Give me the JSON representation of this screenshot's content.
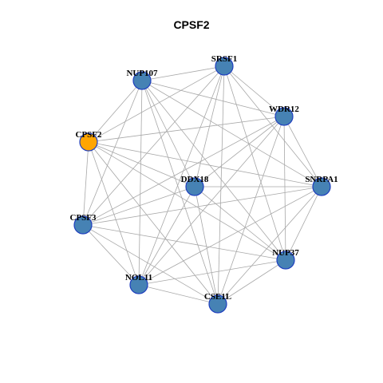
{
  "title": "CPSF2",
  "colors": {
    "node_default": "#4682b4",
    "node_highlight": "#ffa500",
    "node_border": "#1f3fbf",
    "edge": "#a8a8a8"
  },
  "nodes": [
    {
      "id": "SRSF1",
      "label": "SRSF1",
      "highlight": false
    },
    {
      "id": "NUP107",
      "label": "NUP107",
      "highlight": false
    },
    {
      "id": "WDR12",
      "label": "WDR12",
      "highlight": false
    },
    {
      "id": "CPSF2",
      "label": "CPSF2",
      "highlight": true
    },
    {
      "id": "DDX18",
      "label": "DDX18",
      "highlight": false
    },
    {
      "id": "SNRPA1",
      "label": "SNRPA1",
      "highlight": false
    },
    {
      "id": "CPSF3",
      "label": "CPSF3",
      "highlight": false
    },
    {
      "id": "NUP37",
      "label": "NUP37",
      "highlight": false
    },
    {
      "id": "NOL11",
      "label": "NOL11",
      "highlight": false
    },
    {
      "id": "CSE1L",
      "label": "CSE1L",
      "highlight": false
    }
  ],
  "edges": [
    [
      "SRSF1",
      "NUP107"
    ],
    [
      "SRSF1",
      "WDR12"
    ],
    [
      "SRSF1",
      "SNRPA1"
    ],
    [
      "SRSF1",
      "DDX18"
    ],
    [
      "SRSF1",
      "CPSF3"
    ],
    [
      "SRSF1",
      "NOL11"
    ],
    [
      "SRSF1",
      "CSE1L"
    ],
    [
      "SRSF1",
      "NUP37"
    ],
    [
      "SRSF1",
      "CPSF2"
    ],
    [
      "NUP107",
      "WDR12"
    ],
    [
      "NUP107",
      "CPSF2"
    ],
    [
      "NUP107",
      "DDX18"
    ],
    [
      "NUP107",
      "SNRPA1"
    ],
    [
      "NUP107",
      "CPSF3"
    ],
    [
      "NUP107",
      "NOL11"
    ],
    [
      "NUP107",
      "CSE1L"
    ],
    [
      "NUP107",
      "NUP37"
    ],
    [
      "WDR12",
      "CPSF2"
    ],
    [
      "WDR12",
      "DDX18"
    ],
    [
      "WDR12",
      "SNRPA1"
    ],
    [
      "WDR12",
      "NUP37"
    ],
    [
      "WDR12",
      "CSE1L"
    ],
    [
      "WDR12",
      "NOL11"
    ],
    [
      "WDR12",
      "CPSF3"
    ],
    [
      "CPSF2",
      "DDX18"
    ],
    [
      "CPSF2",
      "SNRPA1"
    ],
    [
      "CPSF2",
      "CPSF3"
    ],
    [
      "CPSF2",
      "NOL11"
    ],
    [
      "CPSF2",
      "CSE1L"
    ],
    [
      "CPSF2",
      "NUP37"
    ],
    [
      "DDX18",
      "SNRPA1"
    ],
    [
      "DDX18",
      "CPSF3"
    ],
    [
      "DDX18",
      "NUP37"
    ],
    [
      "DDX18",
      "CSE1L"
    ],
    [
      "DDX18",
      "NOL11"
    ],
    [
      "SNRPA1",
      "CPSF3"
    ],
    [
      "SNRPA1",
      "NUP37"
    ],
    [
      "SNRPA1",
      "NOL11"
    ],
    [
      "SNRPA1",
      "CSE1L"
    ],
    [
      "CPSF3",
      "NOL11"
    ],
    [
      "CPSF3",
      "NUP37"
    ],
    [
      "CPSF3",
      "CSE1L"
    ],
    [
      "NUP37",
      "NOL11"
    ],
    [
      "NUP37",
      "CSE1L"
    ],
    [
      "NOL11",
      "CSE1L"
    ]
  ]
}
